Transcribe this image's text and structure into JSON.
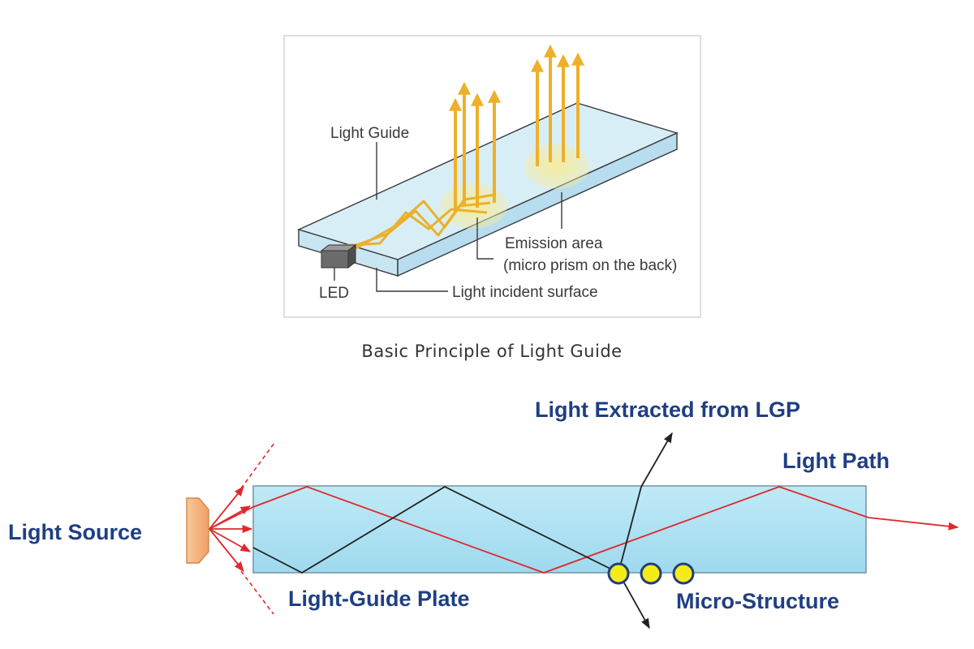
{
  "top_diagram": {
    "labels": {
      "light_guide": "Light Guide",
      "emission_area": "Emission area",
      "emission_note": "(micro prism on the back)",
      "led": "LED",
      "incident_surface": "Light incident surface"
    },
    "caption": "Basic Principle of Light Guide"
  },
  "bottom_diagram": {
    "labels": {
      "light_source": "Light Source",
      "extracted": "Light Extracted from LGP",
      "light_path": "Light Path",
      "plate": "Light-Guide Plate",
      "micro_structure": "Micro-Structure"
    },
    "micro_structure_count": 3
  },
  "colors": {
    "plate_fill": "#bfeaf6",
    "ray_red": "#e0282c",
    "ray_black": "#222222",
    "led_orange": "#f6b27a",
    "emission_yellow": "#f2c23a",
    "label_blue": "#1f3f83",
    "dot_yellow": "#f4ec16"
  }
}
